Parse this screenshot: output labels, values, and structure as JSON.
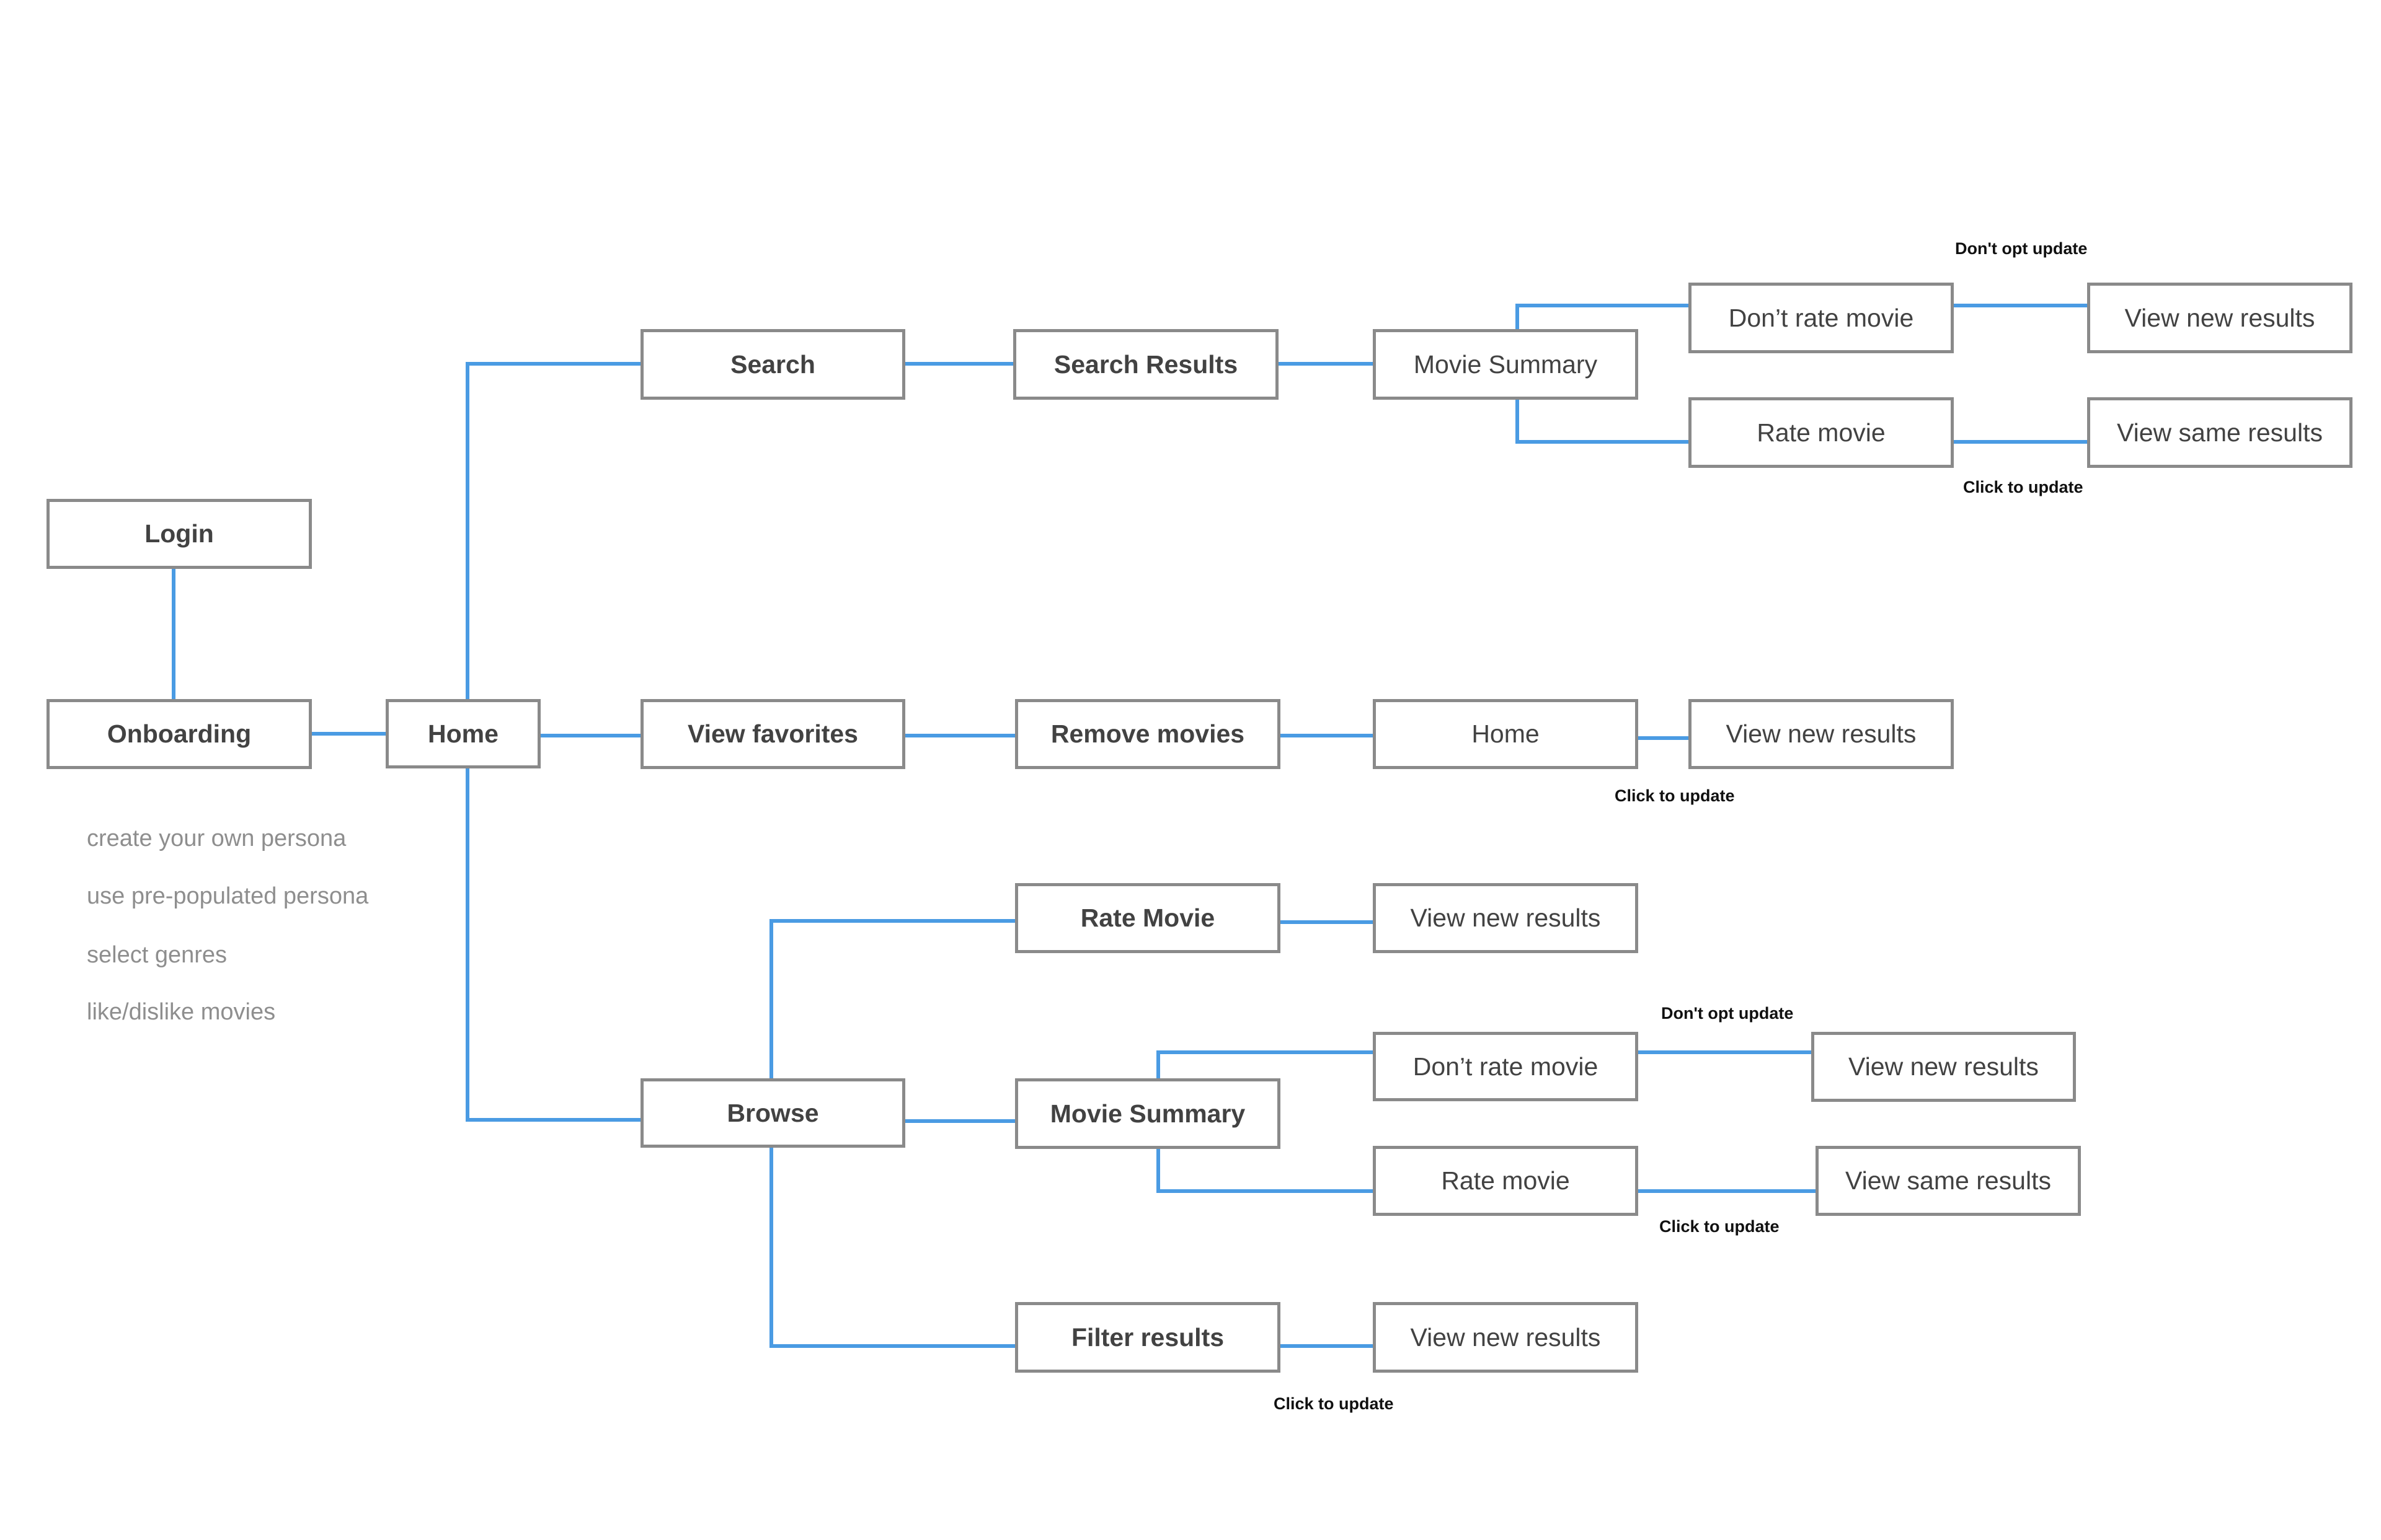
{
  "colors": {
    "connector": "#4a9be3",
    "box_border": "#8a8a8a",
    "box_text": "#424242",
    "note_text": "#111111",
    "option_text": "#8e8e8e"
  },
  "nodes": {
    "login": "Login",
    "onboarding": "Onboarding",
    "home": "Home",
    "search": "Search",
    "search_results": "Search Results",
    "movie_summary_top": "Movie Summary",
    "dont_rate_top": "Don’t rate movie",
    "rate_top": "Rate movie",
    "view_new_top": "View new results",
    "view_same_top": "View same results",
    "view_favorites": "View favorites",
    "remove_movies": "Remove movies",
    "home_2": "Home",
    "view_new_fav": "View new results",
    "browse": "Browse",
    "rate_movie_browse": "Rate Movie",
    "view_new_rate": "View new results",
    "movie_summary_browse": "Movie Summary",
    "dont_rate_browse": "Don’t rate movie",
    "rate_browse": "Rate movie",
    "view_new_browse": "View new results",
    "view_same_browse": "View same results",
    "filter_results": "Filter results",
    "view_new_filter": "View new results"
  },
  "notes": {
    "dont_opt_top": "Don't opt update",
    "click_top": "Click to update",
    "click_fav": "Click to update",
    "dont_opt_browse": "Don't opt update",
    "click_browse": "Click to update",
    "click_filter": "Click to update"
  },
  "onboarding_options": [
    "create your own persona",
    "use pre-populated persona",
    "select genres",
    "like/dislike movies"
  ]
}
